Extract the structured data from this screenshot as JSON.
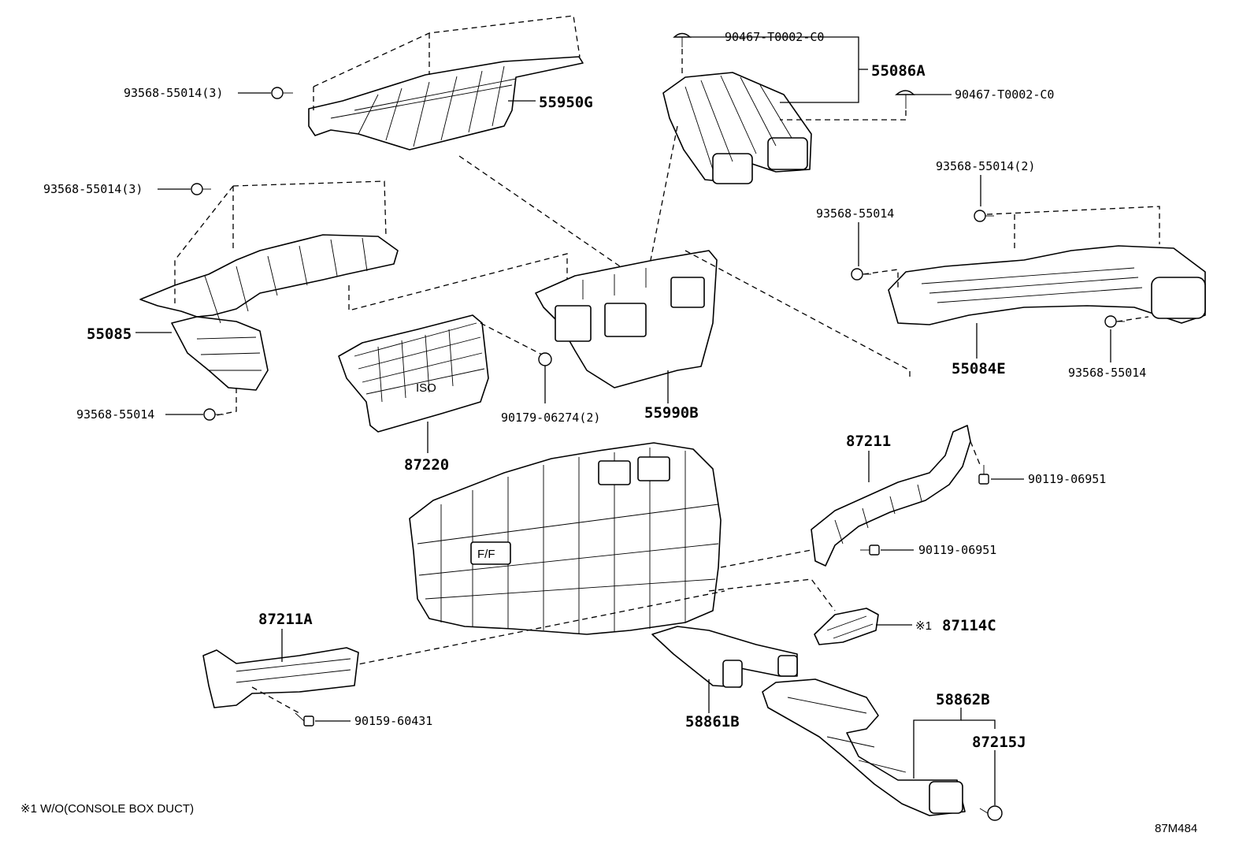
{
  "parts": {
    "p55950G": "55950G",
    "p55086A": "55086A",
    "p55085": "55085",
    "p55990B": "55990B",
    "p87220": "87220",
    "p55084E": "55084E",
    "p87211": "87211",
    "p87211A": "87211A",
    "p58861B": "58861B",
    "p58862B": "58862B",
    "p87215J": "87215J",
    "p87114C": "87114C"
  },
  "fasteners": {
    "f_top_clip": "90467-T0002-C0",
    "f_right_clip": "90467-T0002-C0",
    "f_55950G_screw": "93568-55014(3)",
    "f_55085_top": "93568-55014(3)",
    "f_55085_bottom": "93568-55014",
    "f_55084E_top2": "93568-55014(2)",
    "f_55084E_left": "93568-55014",
    "f_55084E_right": "93568-55014",
    "f_87220_nut": "90179-06274(2)",
    "f_87211_upper": "90119-06951",
    "f_87211_lower": "90119-06951",
    "f_87211A_bolt": "90159-60431"
  },
  "marks": {
    "ref_mark": "※1",
    "footnote": "※1 W/O(CONSOLE BOX DUCT)",
    "diagram_code": "87M484"
  },
  "icons": {
    "screw": "screw-icon",
    "clip": "clip-icon",
    "nut": "nut-icon",
    "bolt": "bolt-icon"
  }
}
